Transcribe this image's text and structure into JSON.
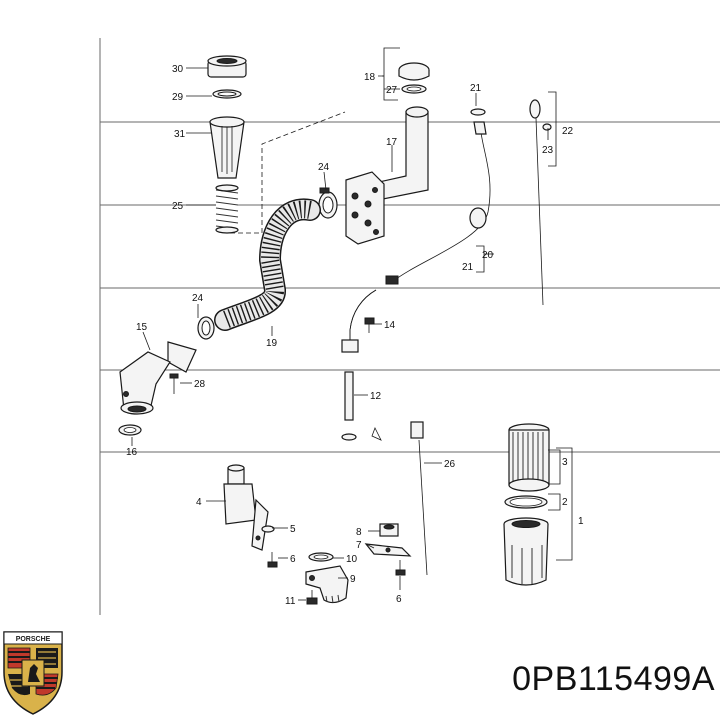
{
  "part_number": "0PB115499A",
  "logo_label": "PORSCHE",
  "callouts": {
    "c30": "30",
    "c29": "29",
    "c31": "31",
    "c25": "25",
    "c18": "18",
    "c27": "27",
    "c17": "17",
    "c24a": "24",
    "c21a": "21",
    "c22": "22",
    "c23": "23",
    "c20": "20",
    "c21b": "21",
    "c24b": "24",
    "c19": "19",
    "c15": "15",
    "c14": "14",
    "c28": "28",
    "c12": "12",
    "c16": "16",
    "c26": "26",
    "c3": "3",
    "c2": "2",
    "c1": "1",
    "c4": "4",
    "c5": "5",
    "c6a": "6",
    "c8": "8",
    "c7": "7",
    "c10": "10",
    "c9": "9",
    "c11": "11",
    "c6b": "6"
  }
}
